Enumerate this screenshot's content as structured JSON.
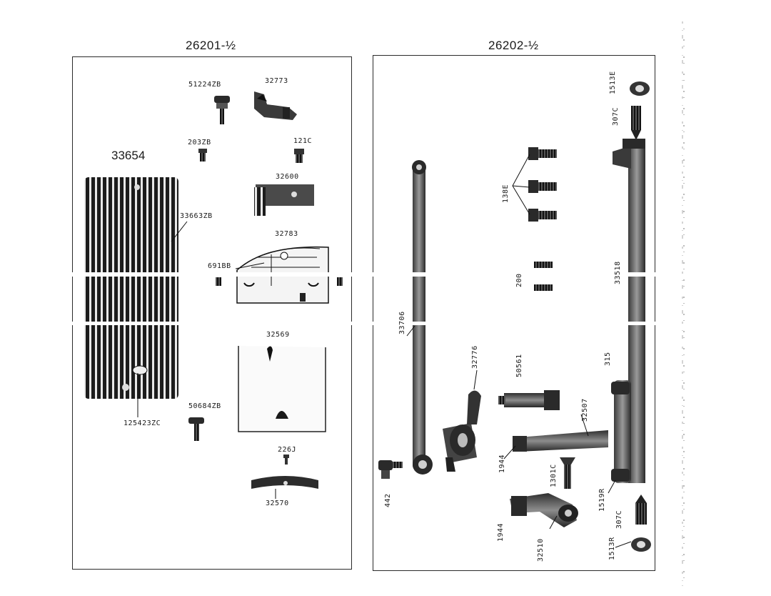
{
  "left_panel": {
    "title": "26201-½",
    "group_number": "33654",
    "labels": {
      "p51224ZB": "51224ZB",
      "p32773": "32773",
      "p203ZB": "203ZB",
      "p121C": "121C",
      "p32600": "32600",
      "p33663ZB": "33663ZB",
      "p32783": "32783",
      "p691BB": "691BB",
      "p32569": "32569",
      "p50684ZB": "50684ZB",
      "p125423ZC": "125423ZC",
      "p226J": "226J",
      "p32570": "32570"
    }
  },
  "right_panel": {
    "title": "26202-½",
    "labels": {
      "p1513E": "1513E",
      "p307C_top": "307C",
      "p138E": "138E",
      "p200": "200",
      "p33706": "33706",
      "p33518": "33518",
      "p32776": "32776",
      "p50561": "50561",
      "p315": "315",
      "p32507": "32507",
      "p1944_a": "1944",
      "p1301C": "1301C",
      "p442": "442",
      "p1519R": "1519R",
      "p307C_bottom": "307C",
      "p1944_b": "1944",
      "p32510": "32510",
      "p1513R": "1513R"
    }
  }
}
